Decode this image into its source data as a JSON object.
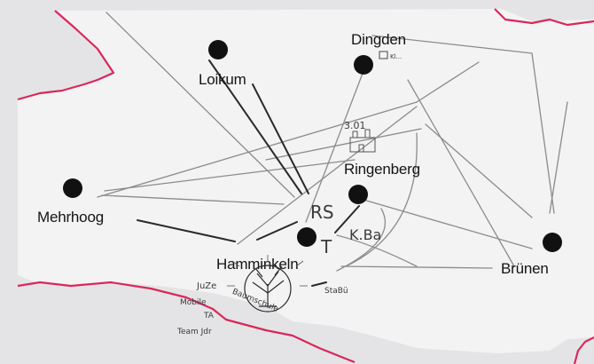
{
  "map": {
    "towns": [
      {
        "id": "loikum",
        "name": "Loikum"
      },
      {
        "id": "dingden",
        "name": "Dingden"
      },
      {
        "id": "ringenberg",
        "name": "Ringenberg"
      },
      {
        "id": "mehrhoog",
        "name": "Mehrhoog"
      },
      {
        "id": "hamminkeln",
        "name": "Hamminkeln"
      },
      {
        "id": "brunen",
        "name": "Brünen"
      }
    ],
    "annotations": {
      "rs": "RS",
      "t": "T",
      "kba": "K.Ba",
      "date": "3.01",
      "juze": "JuZe",
      "mobile": "Mobile",
      "ta": "TA",
      "team": "Team Jdr",
      "stabu": "StaBü",
      "baum": "Baumschule",
      "dingden_note": "Kl..."
    },
    "colors": {
      "background": "#e4e4e6",
      "land": "#f3f3f4",
      "border": "#d9285a",
      "dot": "#111111",
      "pencil": "#8b8b8e"
    }
  }
}
